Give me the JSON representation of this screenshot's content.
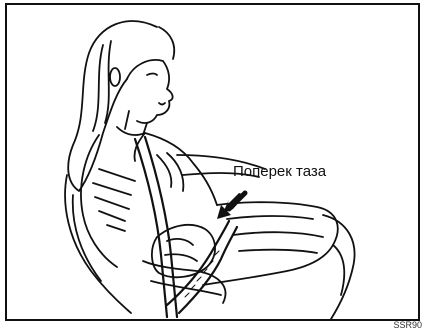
{
  "figure": {
    "callout_label": "Поперек таза",
    "figure_code": "SSR90",
    "icons": [
      "woman-seated-illustration",
      "arrow-icon",
      "seat-belt"
    ]
  }
}
